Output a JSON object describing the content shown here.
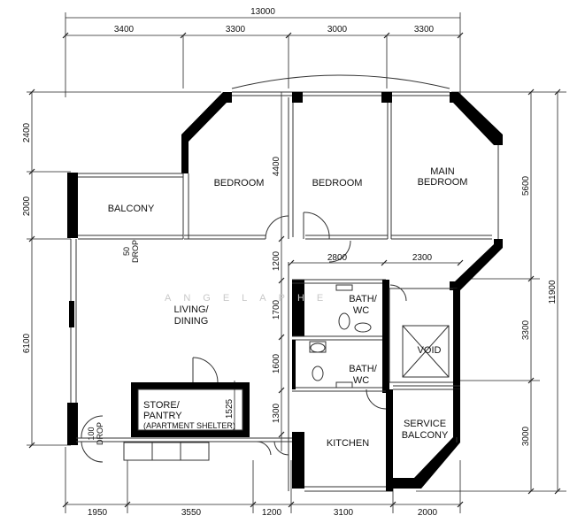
{
  "dimensions": {
    "overall_top": "13000",
    "top": [
      "3400",
      "3300",
      "3000",
      "3300"
    ],
    "bottom": [
      "1950",
      "3550",
      "1200",
      "3100",
      "2000"
    ],
    "left": [
      "2400",
      "2000",
      "6100"
    ],
    "right_overall": "11900",
    "right": [
      "5600",
      "3300",
      "3000"
    ],
    "inner_4400": "4400",
    "inner_1200": "1200",
    "inner_1700": "1700",
    "inner_1600": "1600",
    "inner_1300": "1300",
    "inner_1525": "1525",
    "inner_2800": "2800",
    "inner_2300": "2300"
  },
  "rooms": {
    "bedroom_1": "BEDROOM",
    "bedroom_2": "BEDROOM",
    "main_bedroom_1": "MAIN",
    "main_bedroom_2": "BEDROOM",
    "balcony": "BALCONY",
    "living_1": "LIVING/",
    "living_2": "DINING",
    "bath1_1": "BATH/",
    "bath1_2": "WC",
    "bath2_1": "BATH/",
    "bath2_2": "WC",
    "void": "VOID",
    "store_1": "STORE/",
    "store_2": "PANTRY",
    "store_3": "(APARTMENT SHELTER)",
    "kitchen": "KITCHEN",
    "service_1": "SERVICE",
    "service_2": "BALCONY"
  },
  "notes": {
    "drop50_1": "50",
    "drop50_2": "DROP",
    "drop100_1": "100",
    "drop100_2": "DROP"
  },
  "watermark": "ANGELAPHE"
}
